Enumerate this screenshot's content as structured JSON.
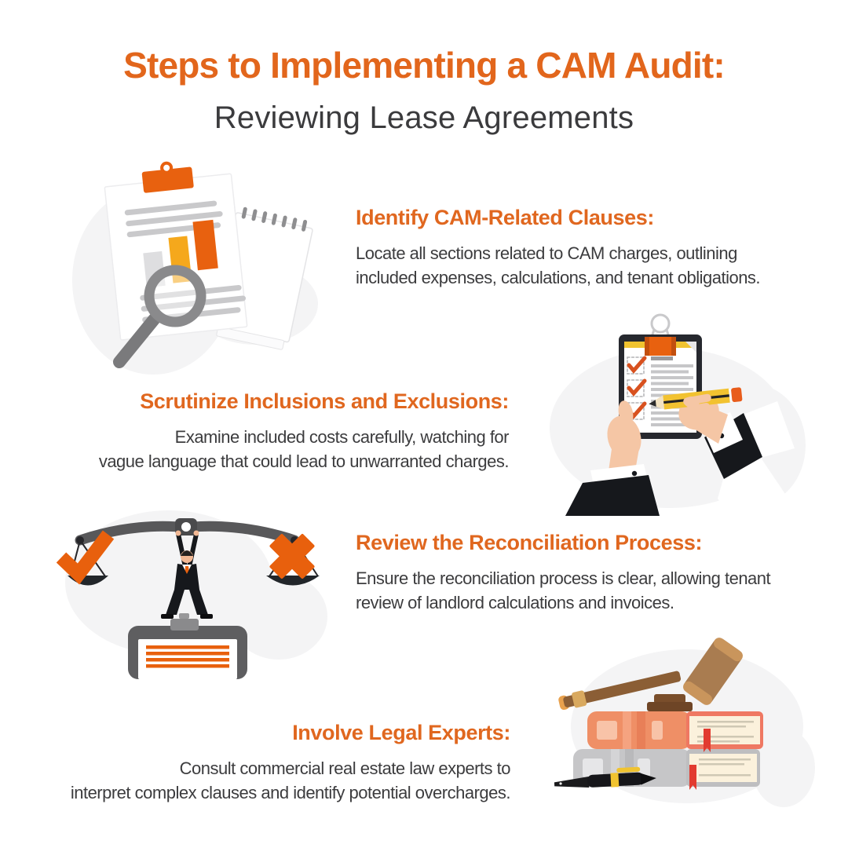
{
  "header": {
    "title": "Steps to Implementing a CAM Audit:",
    "subtitle": "Reviewing Lease Agreements"
  },
  "steps": [
    {
      "heading": "Identify CAM-Related Clauses:",
      "body_lines": [
        "Locate all sections related to CAM charges, outlining",
        "included expenses, calculations, and tenant obligations."
      ],
      "illustration": "documents-with-magnifier"
    },
    {
      "heading": "Scrutinize Inclusions and Exclusions:",
      "body_lines": [
        "Examine included costs carefully, watching for",
        "vague language that could lead to unwarranted charges."
      ],
      "illustration": "hands-clipboard-checklist"
    },
    {
      "heading": "Review the Reconciliation Process:",
      "body_lines": [
        "Ensure the reconciliation process is clear, allowing tenant",
        "review of landlord calculations and invoices."
      ],
      "illustration": "balance-scale-with-figure"
    },
    {
      "heading": "Involve Legal Experts:",
      "body_lines": [
        "Consult commercial real estate law experts to",
        "interpret complex clauses and identify potential overcharges."
      ],
      "illustration": "gavel-and-law-books"
    }
  ],
  "palette": {
    "title_orange": "#E2661C",
    "heading_orange": "#E0671F",
    "accent_orange": "#E8610F",
    "graphic_orange": "#E8600D",
    "check_orange": "#D8511F",
    "bar_yellow": "#F5A81C",
    "pencil_yellow": "#F2C230",
    "text_dark": "#3C3C3E",
    "beam_gray": "#58585A",
    "line_gray": "#C9C9CB",
    "blob_gray": "#F4F4F5",
    "skin": "#F5C6A5",
    "suit_black": "#16181C",
    "book_salmon": "#EF8F66",
    "book_red_cover": "#EF7862",
    "book_gray": "#C6C6C8",
    "page_cream": "#FBF1DC",
    "bookmark_red": "#E23B30",
    "gavel_brown": "#A97C50",
    "handle_brown": "#8B5E35"
  }
}
